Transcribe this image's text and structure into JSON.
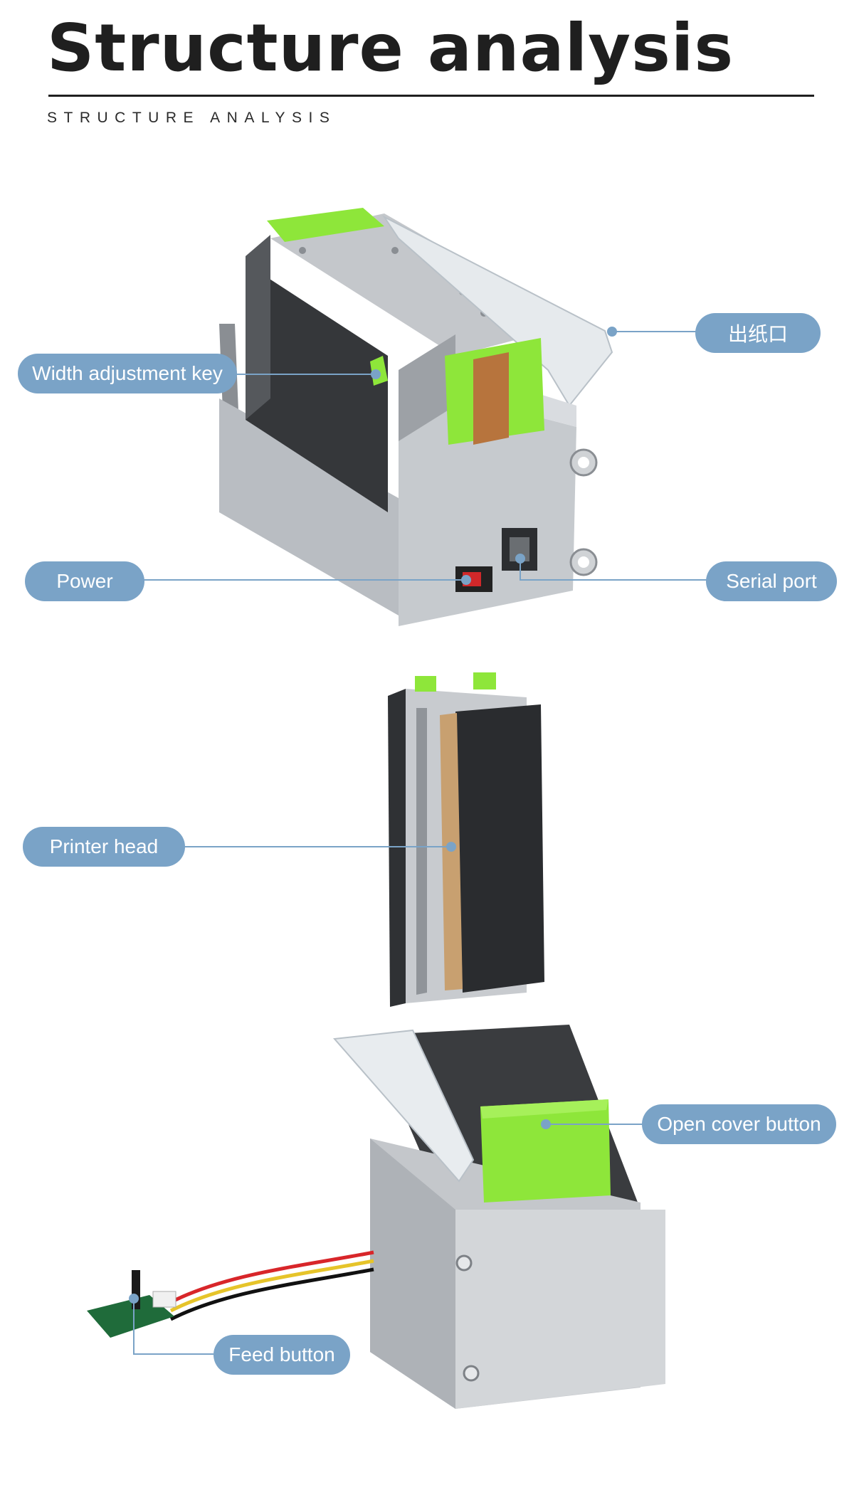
{
  "header": {
    "title": "Structure analysis",
    "subtitle": "STRUCTURE ANALYSIS"
  },
  "callouts": {
    "paper_exit": "出纸口",
    "width_adjustment_key": "Width adjustment key",
    "power": "Power",
    "serial_port": "Serial port",
    "printer_head": "Printer head",
    "open_cover_button": "Open cover button",
    "feed_button": "Feed button"
  },
  "colors": {
    "callout_fill": "#7aa3c7",
    "callout_line": "#7aa3c7",
    "accent_green": "#8ee63a",
    "metal": "#c9ccd0"
  }
}
